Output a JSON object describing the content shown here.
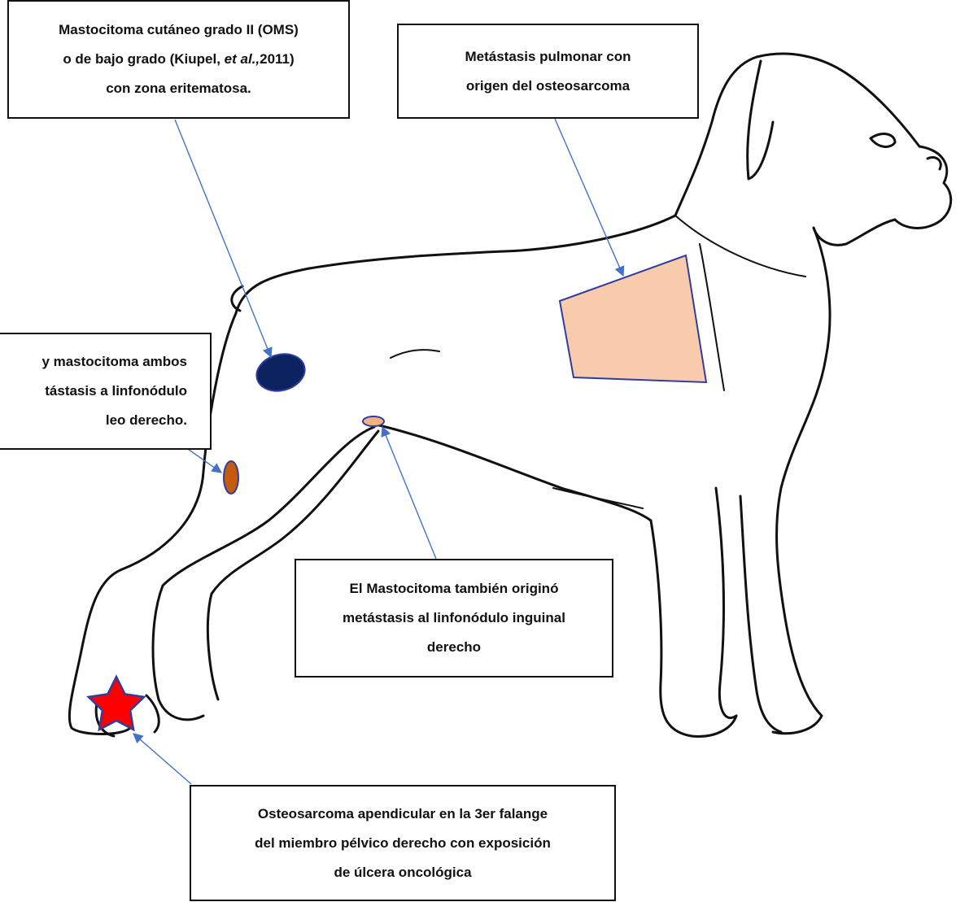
{
  "colors": {
    "outline": "#111111",
    "arrow": "#4472C4",
    "lung_fill": "#F8CBAD",
    "lung_stroke": "#2F3E9E",
    "skin_tumor_fill": "#0B2460",
    "popliteal_node_fill": "#C55A11",
    "inguinal_node_fill": "#F4B183",
    "star_fill": "#FF0000",
    "star_stroke": "#2F3E9E"
  },
  "icons": {
    "dog": "boxer-dog-outline",
    "skin_tumor": "dark-blue-ellipse-marker",
    "popliteal_node": "orange-ellipse-marker",
    "inguinal_node": "peach-ellipse-marker",
    "lung_area": "peach-quadrilateral-marker",
    "osteosarcoma": "red-star-marker"
  },
  "annotations": {
    "mast_cell_tumor": {
      "line1": "Mastocitoma cutáneo grado II (OMS)",
      "line2_pre": "o de bajo grado (Kiupel, ",
      "line2_em": "et al.,",
      "line2_post": "2011)",
      "line3": "con zona eritematosa."
    },
    "lung_metastasis": {
      "line1": "Metástasis pulmonar con",
      "line2": "origen del osteosarcoma"
    },
    "popliteal_metastasis": {
      "line1": "y mastocitoma ambos",
      "line2": "tástasis a linfonódulo",
      "line3": "leo derecho."
    },
    "inguinal_metastasis": {
      "line1": "El Mastocitoma también originó",
      "line2": "metástasis al linfonódulo inguinal",
      "line3": "derecho"
    },
    "osteosarcoma": {
      "line1": "Osteosarcoma apendicular en la 3er falange",
      "line2": "del miembro pélvico derecho con exposición",
      "line3": "de úlcera oncológica"
    }
  }
}
